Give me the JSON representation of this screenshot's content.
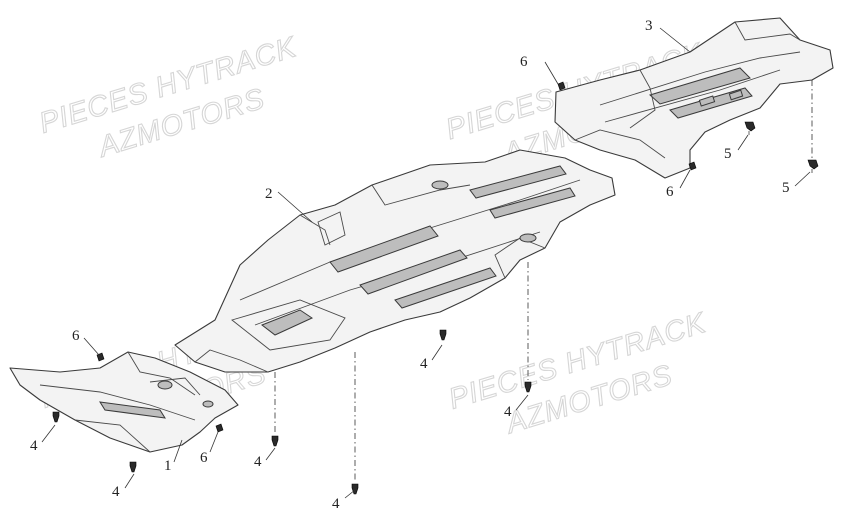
{
  "watermarks": [
    {
      "line1": "PIECES HYTRACK",
      "line2": "AZMOTORS"
    },
    {
      "line1": "PIECES HYTRACK",
      "line2": "AZMOTORS"
    },
    {
      "line1": "PIECES HYTRACK",
      "line2": "AZMOTORS"
    },
    {
      "line1": "PIECES HYTRACK",
      "line2": "AZMOTORS"
    }
  ],
  "callouts": {
    "c1": "1",
    "c2": "2",
    "c3": "3",
    "c4a": "4",
    "c4b": "4",
    "c4c": "4",
    "c4d": "4",
    "c4e": "4",
    "c4f": "4",
    "c5a": "5",
    "c5b": "5",
    "c6a": "6",
    "c6b": "6",
    "c6c": "6",
    "c6d": "6"
  }
}
